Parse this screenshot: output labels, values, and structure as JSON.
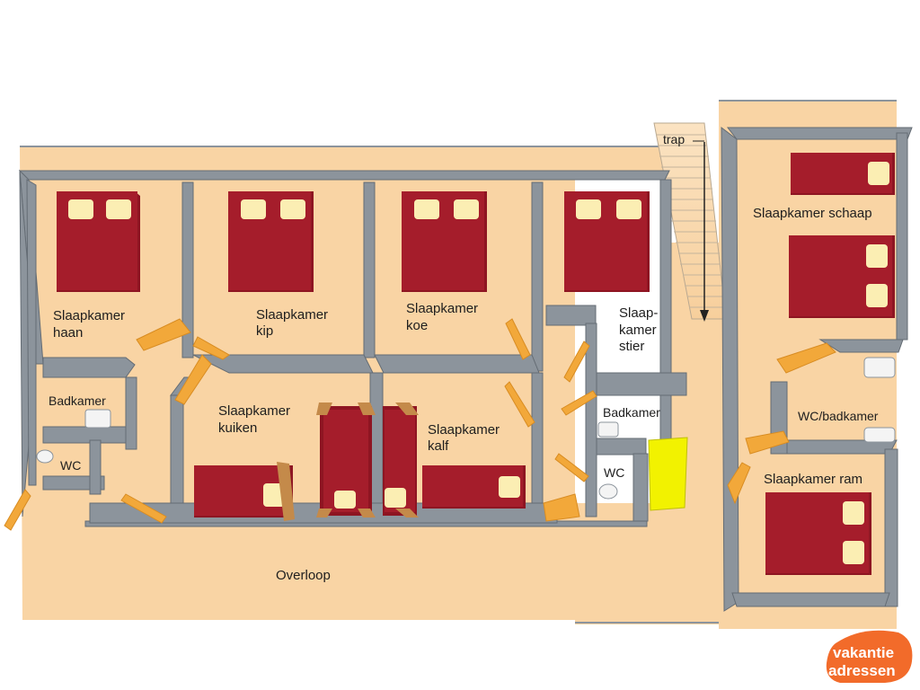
{
  "rooms": {
    "haan": [
      "Slaapkamer",
      "haan"
    ],
    "kip": [
      "Slaapkamer",
      "kip"
    ],
    "koe": [
      "Slaapkamer",
      "koe"
    ],
    "stier": [
      "Slaap-",
      "kamer",
      "stier"
    ],
    "kuiken": [
      "Slaapkamer",
      "kuiken"
    ],
    "kalf": [
      "Slaapkamer",
      "kalf"
    ],
    "schaap": "Slaapkamer schaap",
    "ram": "Slaapkamer ram",
    "badkamer_left": "Badkamer",
    "wc_left": "WC",
    "badkamer_right": "Badkamer",
    "wc_right": "WC",
    "wc_badkamer": "WC/badkamer",
    "overloop": "Overloop",
    "trap": "trap"
  },
  "logo": {
    "line1": "vakantie",
    "line2": "adressen"
  },
  "colors": {
    "floor": "#f9d4a4",
    "wall": "#8c949c",
    "wall_dark": "#646c74",
    "bed": "#a51d2b",
    "pillow": "#fbeeb3",
    "door": "#f2a83a",
    "highlight": "#f2f200",
    "logo": "#f26b2a"
  }
}
